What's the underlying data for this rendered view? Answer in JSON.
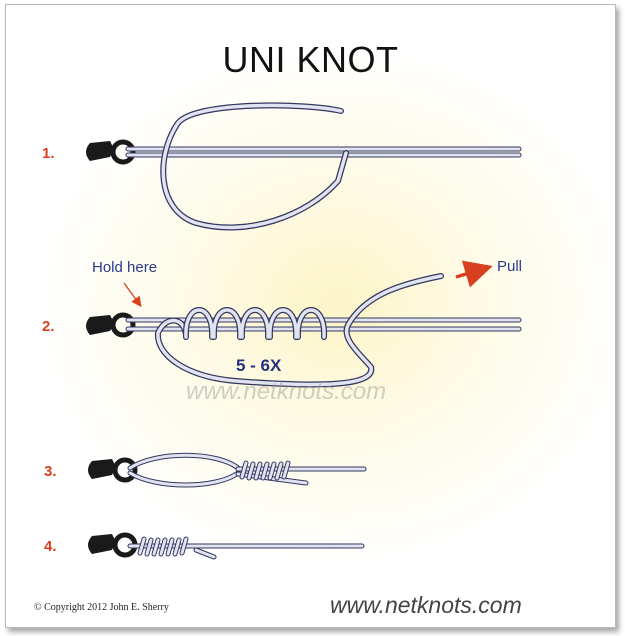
{
  "title": "UNI KNOT",
  "steps": [
    "1.",
    "2.",
    "3.",
    "4."
  ],
  "hold_label": "Hold here",
  "pull_label": "Pull",
  "wrap_count": "5 - 6X",
  "watermark": "www.netknots.com",
  "copyright": "© Copyright 2012 John E. Sherry",
  "site_url": "www.netknots.com",
  "colors": {
    "line": "#e1e3f0",
    "line_outline": "#33375e",
    "step_number": "#d8401f",
    "annotation": "#2c3a8e",
    "arrow": "#d8401f"
  }
}
